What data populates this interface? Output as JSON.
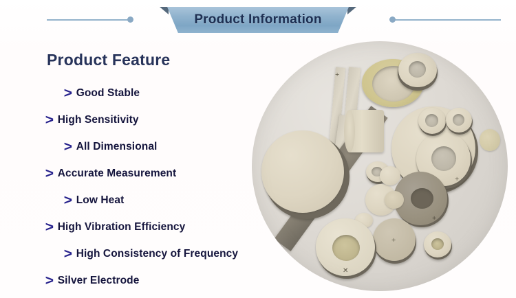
{
  "banner": {
    "title": "Product Information",
    "accent_color": "#8fb2cd",
    "title_color": "#1d2f52",
    "tab_color": "#54687b",
    "rule_color": "#93b2cb"
  },
  "feature_panel": {
    "heading": "Product Feature",
    "heading_color": "#27335a",
    "bullet_glyph": ">",
    "bullet_color": "#26218c",
    "label_color": "#14143c",
    "items": [
      {
        "label": "Good Stable",
        "indent": true
      },
      {
        "label": "High Sensitivity",
        "indent": false
      },
      {
        "label": "All Dimensional",
        "indent": true
      },
      {
        "label": "Accurate Measurement",
        "indent": false
      },
      {
        "label": "Low Heat",
        "indent": true
      },
      {
        "label": "High Vibration Efficiency",
        "indent": false
      },
      {
        "label": "High Consistency of Frequency",
        "indent": true
      },
      {
        "label": "Silver Electrode",
        "indent": false
      }
    ]
  },
  "product_photo": {
    "alt": "Assorted piezoelectric ceramic components arranged in an oval group",
    "background_color": "#dedad4",
    "parts": [
      "large-disc",
      "ring-large",
      "ring-medium",
      "ring-small",
      "rectangular-plate",
      "diagonal-bar",
      "cylinder-tube",
      "small-disc",
      "washer-ring",
      "polarity-marked-ring"
    ]
  }
}
